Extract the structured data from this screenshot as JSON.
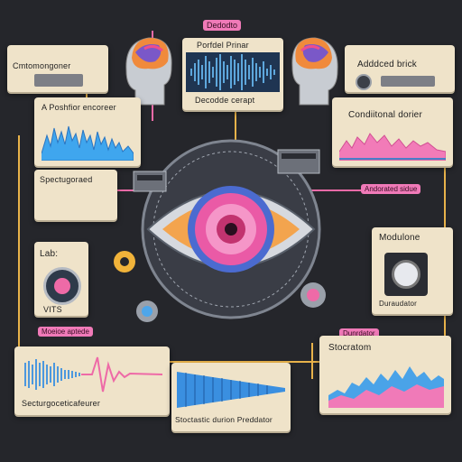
{
  "top_tag": "Dedodto",
  "labels": {
    "encoder_left": "Cmtomongoner",
    "positional_prior": "Porfdel Prinar",
    "decoder_caption": "Decodde cerapt",
    "added_brick": "Adddced brick",
    "posterior_encoder": "A Poshfior encoreer",
    "conditional_decoder": "Condiitonal dorier",
    "spectrogram": "Spectugoraed",
    "annotated_tag": "Andorated sidue",
    "lab": "Lab:",
    "vits": "VITS",
    "modulone": "Modulone",
    "duration_tag": "Moeioe aptede",
    "duraudator": "Duraudator",
    "dunrdator_tag": "Dunrdator",
    "stocratom": "Stocratom",
    "spectro_bottom": "Secturgoceticafeurer",
    "stochastic_duration": "Stoctastic durion Preddator"
  },
  "colors": {
    "background": "#25262b",
    "card": "#efe3c9",
    "accent_pink": "#f07ab8",
    "accent_blue": "#4aa3e8",
    "wire": "#e8b24a"
  },
  "icons": [
    "brain-icon",
    "head-icon",
    "eye-icon",
    "speaker-icon",
    "mixer-icon",
    "gear-icon"
  ]
}
